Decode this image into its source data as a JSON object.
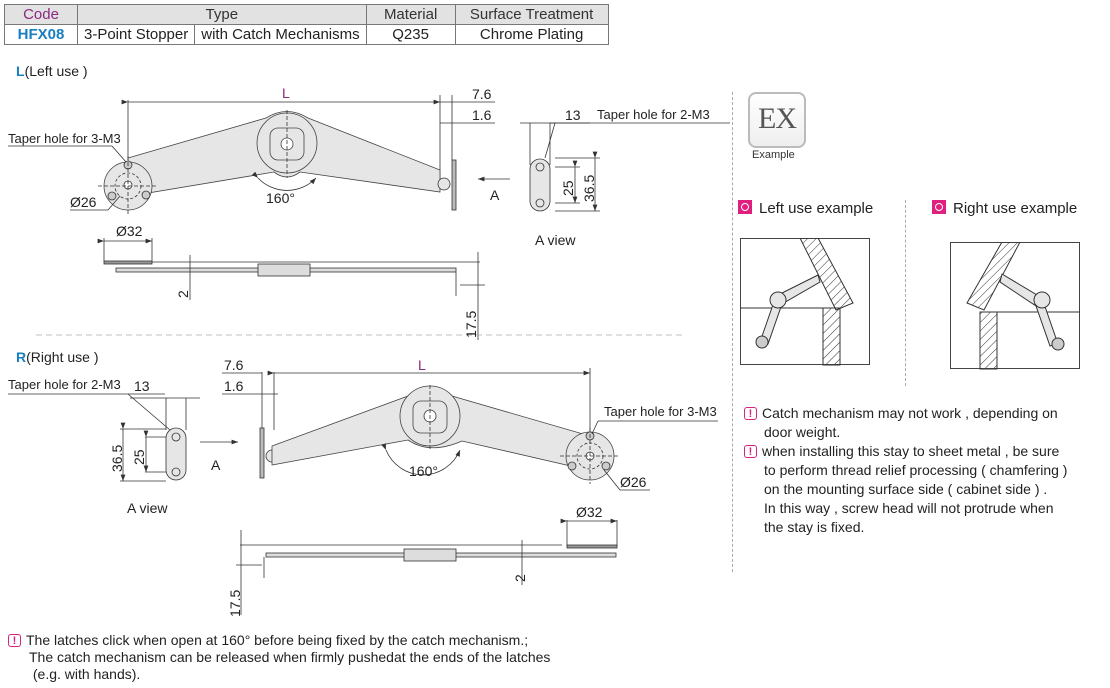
{
  "spec_table": {
    "headers": {
      "code": "Code",
      "type": "Type",
      "material": "Material",
      "surface": "Surface Treatment"
    },
    "row": {
      "code": "HFX08",
      "type_a": "3-Point Stopper",
      "type_b": "with Catch Mechanisms",
      "material": "Q235",
      "surface": "Chrome Plating"
    }
  },
  "left_section": {
    "prefix": "L",
    "title": "(Left use )",
    "dims": {
      "L": "L",
      "d76": "7.6",
      "d16": "1.6",
      "d13": "13",
      "d25": "25",
      "d365": "36.5",
      "angle": "160°",
      "dia26": "Ø26",
      "dia32": "Ø32",
      "d2": "2",
      "d175": "17.5"
    },
    "labels": {
      "taper3": "Taper hole for 3-M3",
      "taper2": "Taper hole for 2-M3",
      "arrowA": "A",
      "aview": "A view"
    }
  },
  "right_section": {
    "prefix": "R",
    "title": "(Right use )",
    "dims": {
      "L": "L",
      "d76": "7.6",
      "d16": "1.6",
      "d13": "13",
      "d25": "25",
      "d365": "36.5",
      "angle": "160°",
      "dia26": "Ø26",
      "dia32": "Ø32",
      "d2": "2",
      "d175": "17.5"
    },
    "labels": {
      "taper3": "Taper hole for 3-M3",
      "taper2": "Taper hole for 2-M3",
      "arrowA": "A",
      "aview": "A view"
    }
  },
  "example": {
    "badge": "EX",
    "caption": "Example",
    "left_label": "Left use example",
    "right_label": "Right use example"
  },
  "notes_right": [
    {
      "lines": [
        "Catch mechanism may not work , depending on",
        "door weight."
      ]
    },
    {
      "lines": [
        "when installing this stay to sheet metal , be sure",
        "to perform thread relief processing ( chamfering )",
        "on the mounting surface side ( cabinet side ) .",
        "In this way , screw head will not protrude when",
        "the stay is fixed."
      ]
    }
  ],
  "note_bottom": {
    "lines": [
      "The latches click when open at 160° before being fixed by the catch mechanism.;",
      "The catch mechanism can be released when firmly pushedat the ends of the latches",
      " (e.g. with hands)."
    ]
  },
  "colors": {
    "accent_blue": "#1a7fc0",
    "accent_purple": "#8b2a82",
    "accent_pink": "#e0207f"
  }
}
